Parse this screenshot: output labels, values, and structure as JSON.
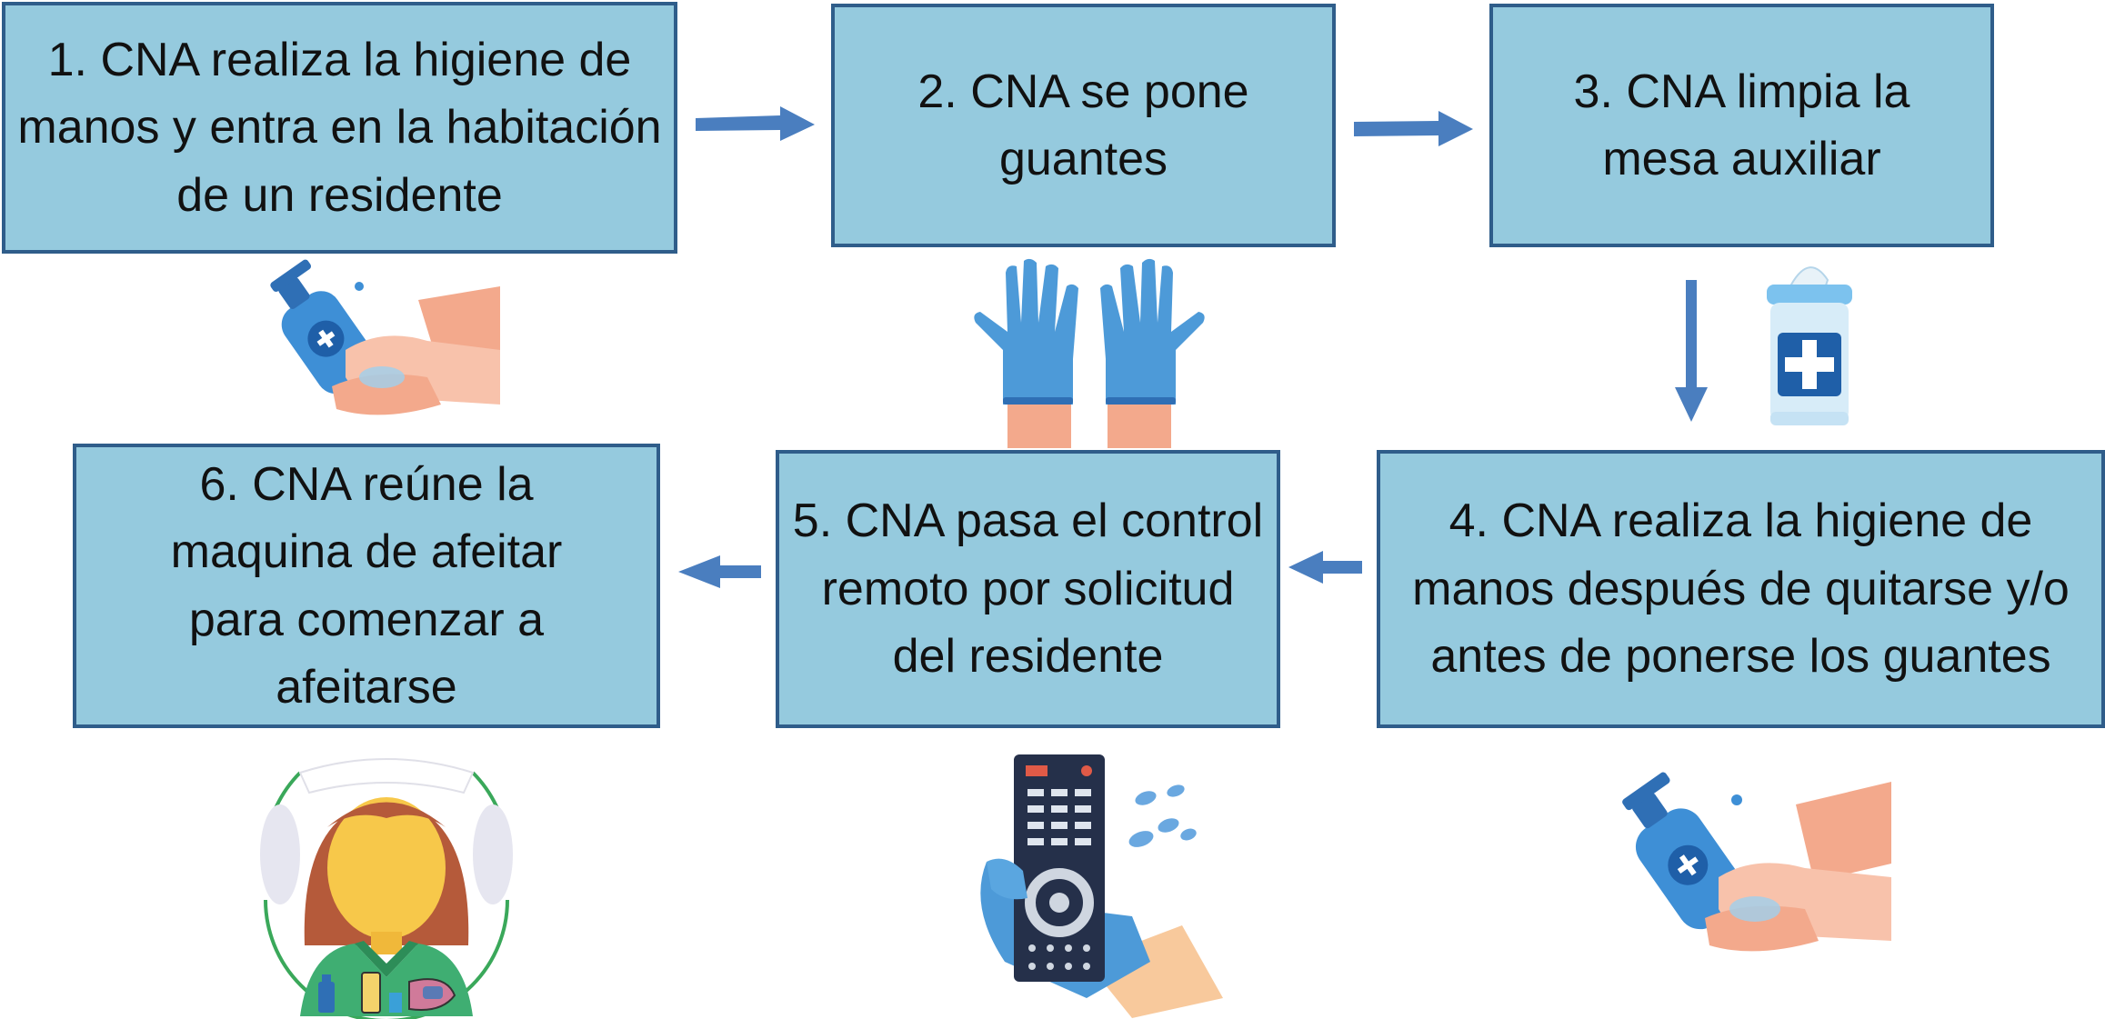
{
  "steps": [
    {
      "label": "1. CNA realiza la higiene de manos y entra en la habitación de un residente"
    },
    {
      "label": "2. CNA se pone guantes"
    },
    {
      "label": "3. CNA limpia la mesa auxiliar"
    },
    {
      "label": "4. CNA realiza la higiene de manos después de quitarse y/o antes de ponerse los guantes"
    },
    {
      "label": "5. CNA pasa el control remoto por solicitud del residente"
    },
    {
      "label": "6. CNA reúne la maquina de afeitar para comenzar a afeitarse"
    }
  ],
  "colors": {
    "box_fill": "#95cade",
    "box_border": "#2f5d8a",
    "arrow": "#4a7ebf",
    "glove": "#4d9ad8",
    "skin": "#f3a98c"
  },
  "icons": [
    "hand-sanitizer-icon",
    "gloves-icon",
    "disinfectant-wipes-icon",
    "hand-sanitizer-icon",
    "remote-control-icon",
    "nurse-shaving-icon"
  ]
}
